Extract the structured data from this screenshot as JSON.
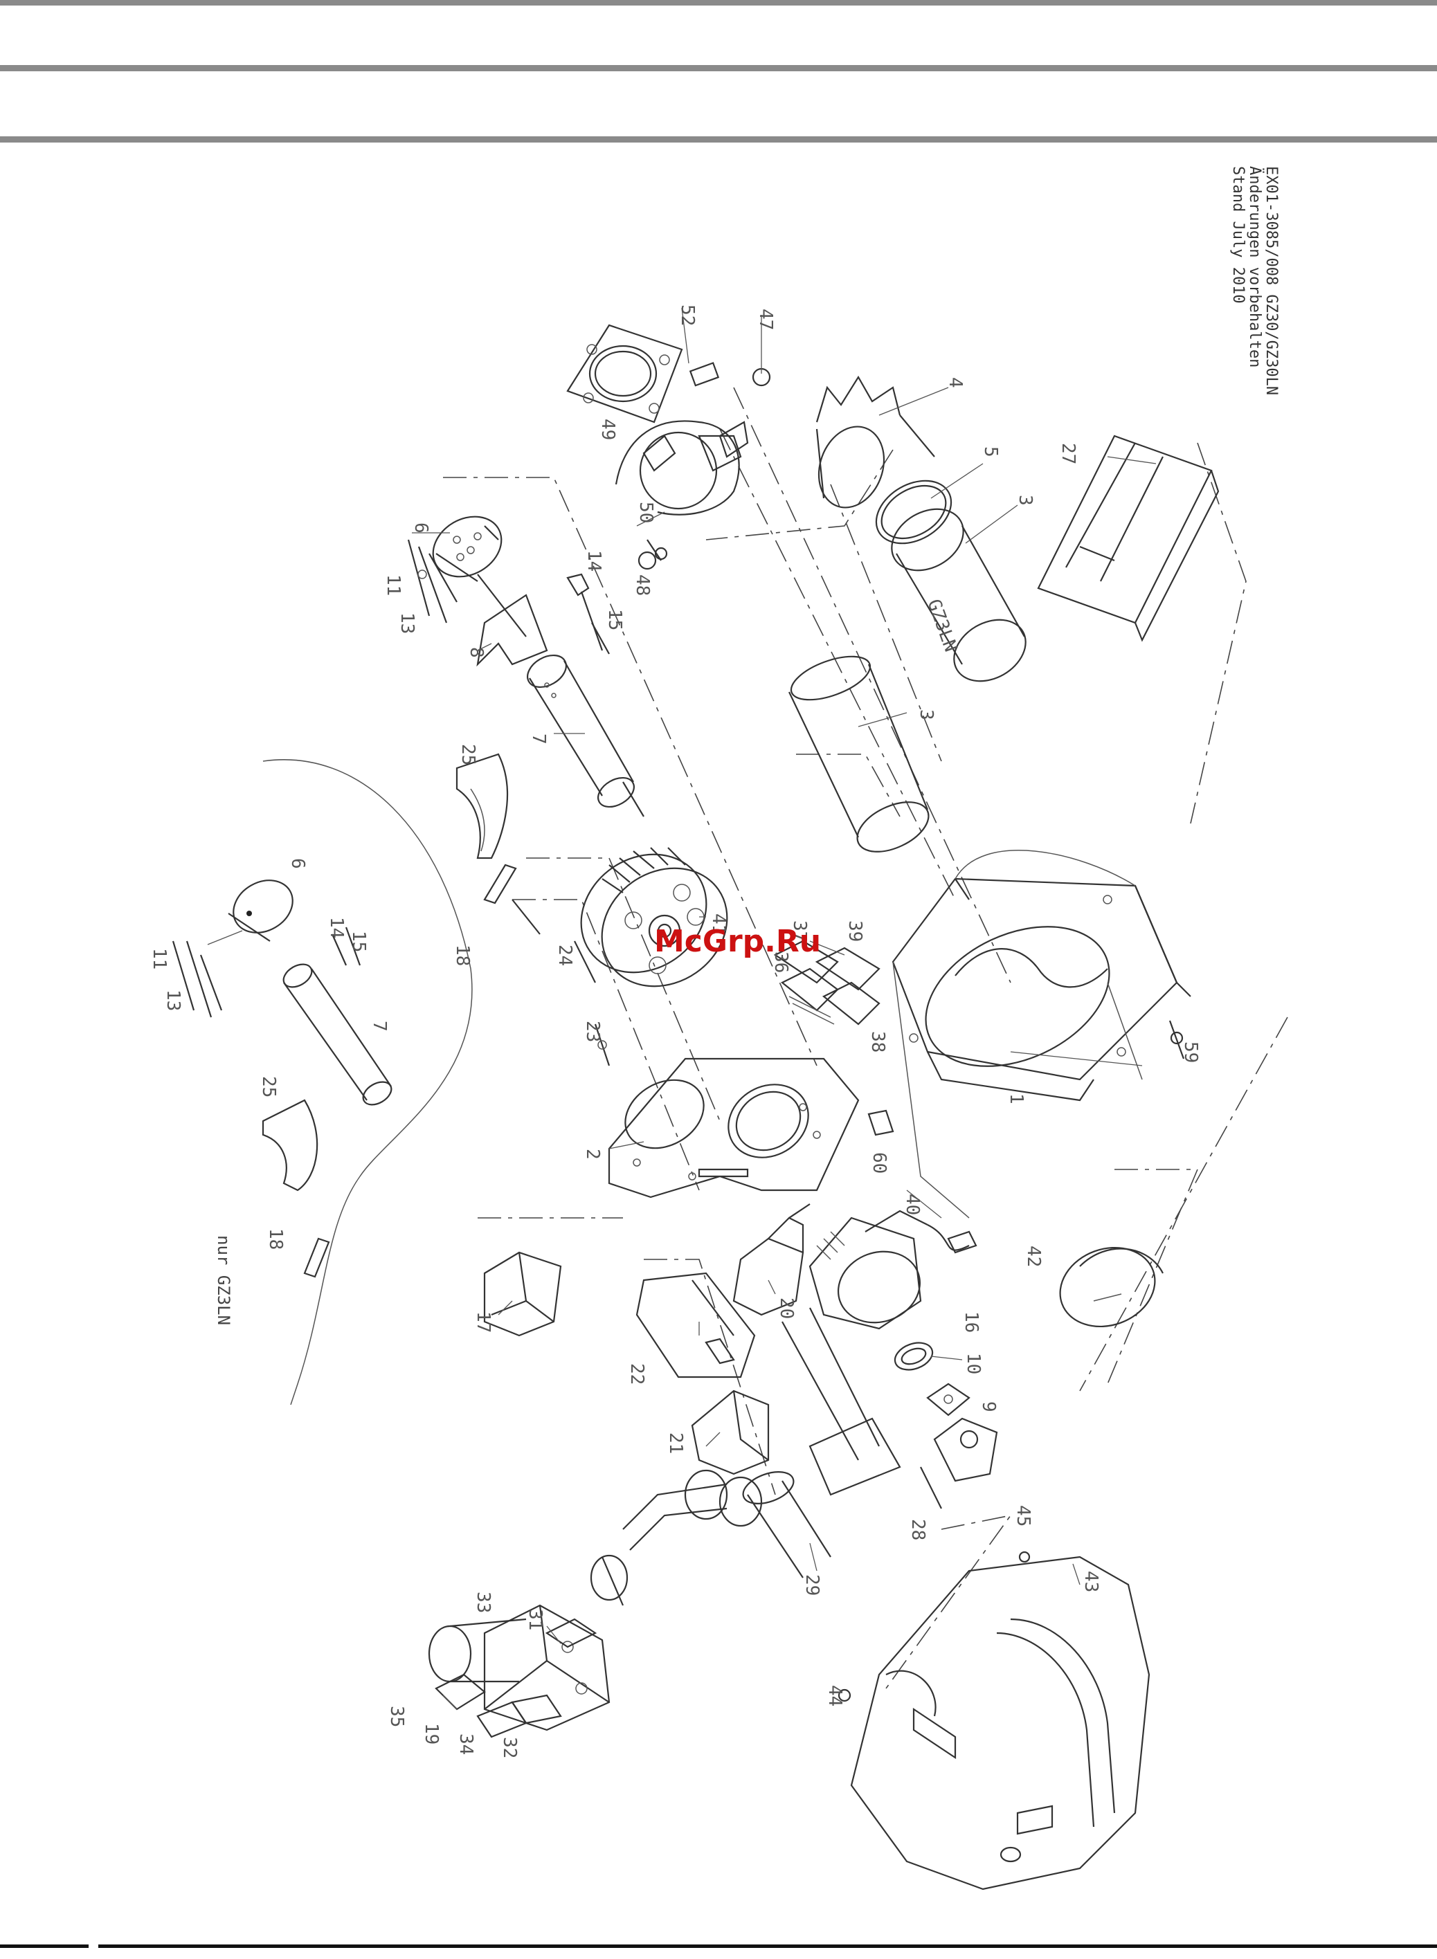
{
  "stamp": {
    "line1": "Stand July 2010",
    "line2": "Änderungen vorbehalten",
    "line3": "EX01-3085/008  GZ30/GZ30LN"
  },
  "note": "nur GZ3LN",
  "watermark": "McGrp.Ru",
  "tube_text": "GZ3LN",
  "labels": [
    {
      "id": "p52",
      "text": "52"
    },
    {
      "id": "p47",
      "text": "47"
    },
    {
      "id": "p4",
      "text": "4"
    },
    {
      "id": "p49",
      "text": "49"
    },
    {
      "id": "p5",
      "text": "5"
    },
    {
      "id": "p3a",
      "text": "3"
    },
    {
      "id": "p27",
      "text": "27"
    },
    {
      "id": "p6a",
      "text": "6"
    },
    {
      "id": "p11a",
      "text": "11"
    },
    {
      "id": "p13a",
      "text": "13"
    },
    {
      "id": "p50",
      "text": "50"
    },
    {
      "id": "p14a",
      "text": "14"
    },
    {
      "id": "p48",
      "text": "48"
    },
    {
      "id": "p8",
      "text": "8"
    },
    {
      "id": "p15a",
      "text": "15"
    },
    {
      "id": "p7a",
      "text": "7"
    },
    {
      "id": "p3b",
      "text": "3"
    },
    {
      "id": "p25a",
      "text": "25"
    },
    {
      "id": "p41",
      "text": "41"
    },
    {
      "id": "p6b",
      "text": "6"
    },
    {
      "id": "p14b",
      "text": "14"
    },
    {
      "id": "p15b",
      "text": "15"
    },
    {
      "id": "p11b",
      "text": "11"
    },
    {
      "id": "p13b",
      "text": "13"
    },
    {
      "id": "p7b",
      "text": "7"
    },
    {
      "id": "p37",
      "text": "37"
    },
    {
      "id": "p39",
      "text": "39"
    },
    {
      "id": "p36",
      "text": "36"
    },
    {
      "id": "p18a",
      "text": "18"
    },
    {
      "id": "p24",
      "text": "24"
    },
    {
      "id": "p23",
      "text": "23"
    },
    {
      "id": "p38",
      "text": "38"
    },
    {
      "id": "p59",
      "text": "59"
    },
    {
      "id": "p25b",
      "text": "25"
    },
    {
      "id": "p1",
      "text": "1"
    },
    {
      "id": "p2",
      "text": "2"
    },
    {
      "id": "p60",
      "text": "60"
    },
    {
      "id": "p18b",
      "text": "18"
    },
    {
      "id": "p40",
      "text": "40"
    },
    {
      "id": "p42",
      "text": "42"
    },
    {
      "id": "p17",
      "text": "17"
    },
    {
      "id": "p20",
      "text": "20"
    },
    {
      "id": "p16",
      "text": "16"
    },
    {
      "id": "p10",
      "text": "10"
    },
    {
      "id": "p22",
      "text": "22"
    },
    {
      "id": "p9",
      "text": "9"
    },
    {
      "id": "p21",
      "text": "21"
    },
    {
      "id": "p28",
      "text": "28"
    },
    {
      "id": "p45",
      "text": "45"
    },
    {
      "id": "p29",
      "text": "29"
    },
    {
      "id": "p43",
      "text": "43"
    },
    {
      "id": "p33",
      "text": "33"
    },
    {
      "id": "p31",
      "text": "31"
    },
    {
      "id": "p44",
      "text": "44"
    },
    {
      "id": "p35",
      "text": "35"
    },
    {
      "id": "p19",
      "text": "19"
    },
    {
      "id": "p34",
      "text": "34"
    },
    {
      "id": "p32",
      "text": "32"
    }
  ]
}
